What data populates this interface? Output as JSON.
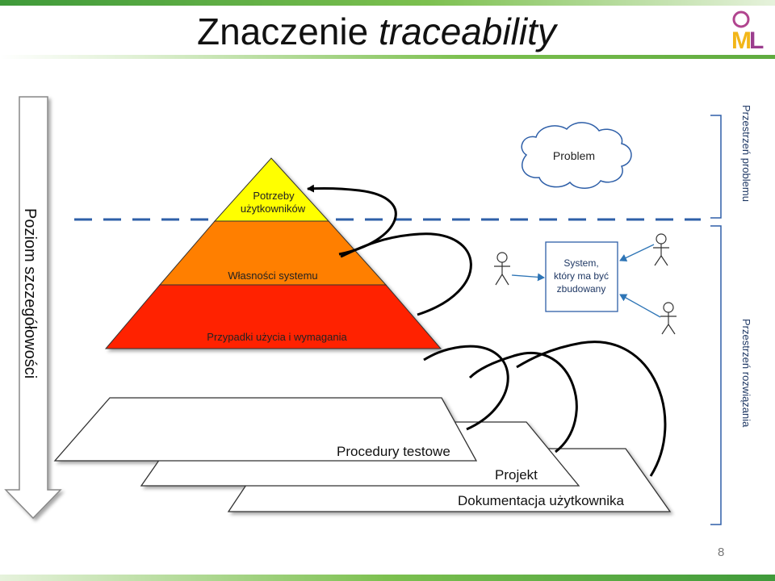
{
  "slide": {
    "title_plain": "Znaczenie ",
    "title_italic": "traceability",
    "page_number": "8",
    "logo_icon": "uml-logo-icon"
  },
  "left_axis": {
    "label": "Poziom szczegółowości"
  },
  "pyramid": {
    "top_label_line1": "Potrzeby",
    "top_label_line2": "użytkowników",
    "middle_label": "Własności systemu",
    "bottom_label": "Przypadki użycia i wymagania",
    "colors": {
      "top": "#ffff00",
      "middle": "#ff7f00",
      "bottom": "#ff2200"
    }
  },
  "documents": {
    "doc1": "Procedury testowe",
    "doc2": "Projekt",
    "doc3": "Dokumentacja użytkownika"
  },
  "problem_cloud": {
    "label": "Problem"
  },
  "system_box": {
    "line1": "System,",
    "line2": "który ma być",
    "line3": "zbudowany"
  },
  "right_spaces": {
    "problem_space": "Przestrzeń problemu",
    "solution_space": "Przestrzeń rozwiązania"
  }
}
